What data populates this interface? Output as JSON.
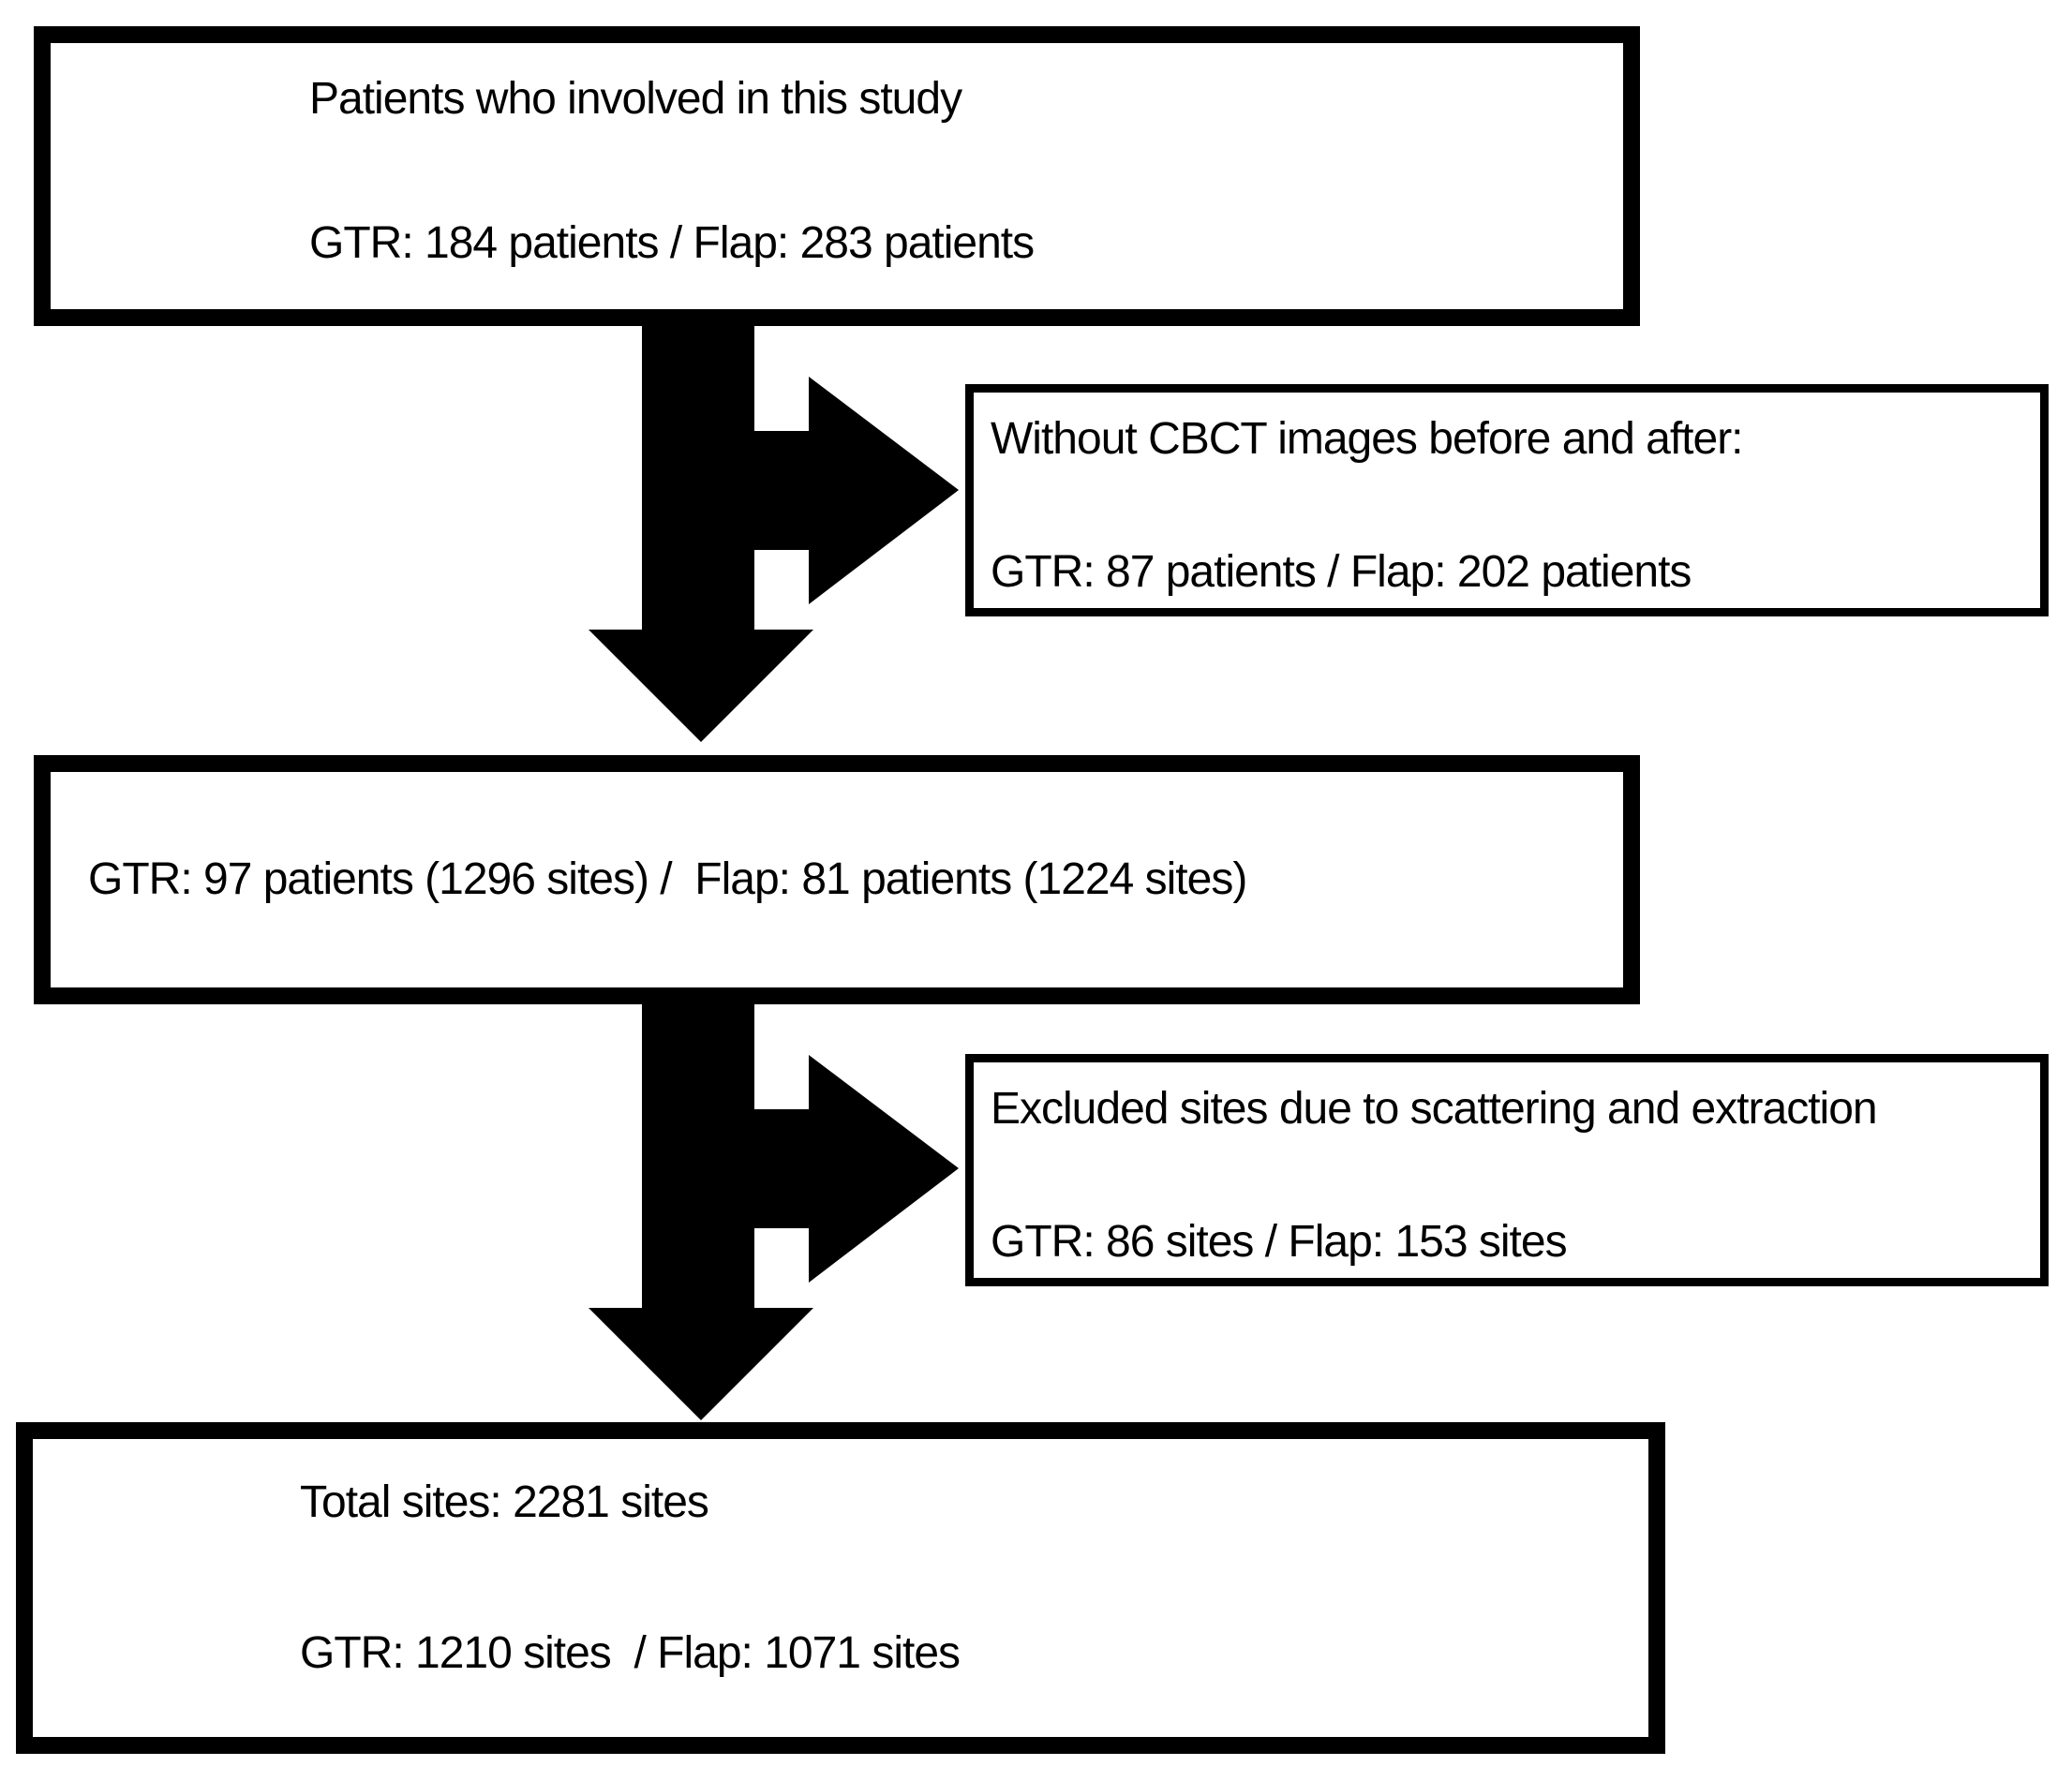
{
  "boxes": {
    "top": {
      "line1": "Patients who involved in this study",
      "line2": "GTR: 184 patients / Flap: 283 patients"
    },
    "exclusion1": {
      "line1": "Without CBCT images before and after:",
      "line2": "GTR: 87 patients / Flap: 202 patients"
    },
    "middle": {
      "line1": "GTR: 97 patients (1296 sites) /  Flap: 81 patients (1224 sites)"
    },
    "exclusion2": {
      "line1": "Excluded sites due to scattering and extraction",
      "line2": "GTR: 86 sites / Flap: 153 sites"
    },
    "bottom": {
      "line1": "Total sites: 2281 sites",
      "line2": "GTR: 1210 sites  / Flap: 1071 sites"
    }
  },
  "colors": {
    "background": "#ffffff",
    "box_border": "#000000",
    "arrow_fill": "#000000",
    "text": "#000000"
  }
}
